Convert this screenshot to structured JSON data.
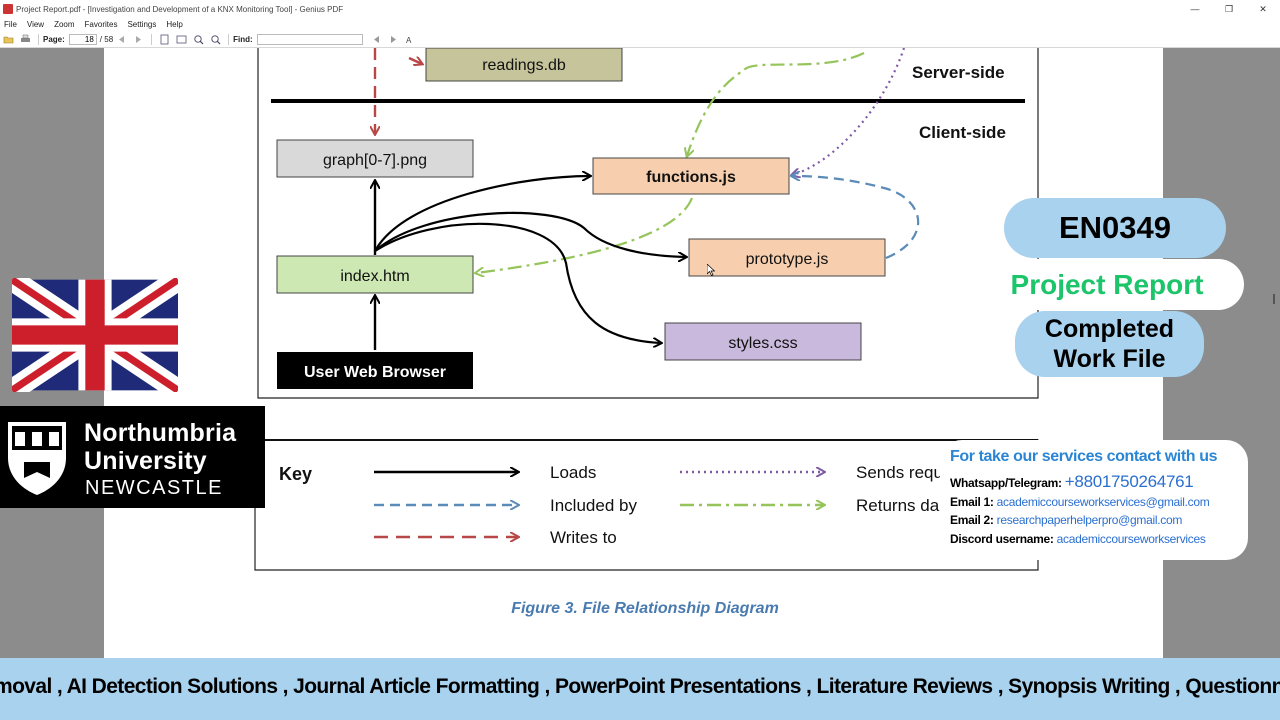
{
  "window": {
    "title": "Project Report.pdf - [Investigation and Development of a KNX Monitoring Tool] - Genius PDF",
    "controls": [
      "—",
      "❐",
      "✕"
    ]
  },
  "menu": [
    "File",
    "View",
    "Zoom",
    "Favorites",
    "Settings",
    "Help"
  ],
  "toolbar": {
    "page_label": "Page:",
    "page_current": "18",
    "page_total": "/ 58",
    "find_label": "Find:",
    "find_value": ""
  },
  "diagram": {
    "server_side": "Server-side",
    "client_side": "Client-side",
    "nodes": {
      "readings": "readings.db",
      "graph": "graph[0-7].png",
      "functions": "functions.js",
      "prototype": "prototype.js",
      "index": "index.htm",
      "styles": "styles.css",
      "browser": "User Web Browser"
    },
    "colors": {
      "loads": "#000000",
      "included_by": "#5b8bb8",
      "writes_to": "#b84848",
      "sends_request": "#7f5aa6",
      "returns_data": "#94c45a",
      "db_box": "#c5c49a",
      "png_box": "#d9d9d9",
      "js_box": "#f7cfae",
      "htm_box": "#cde8b3",
      "css_box": "#c9b9dc"
    }
  },
  "key": {
    "title": "Key",
    "loads": "Loads",
    "included_by": "Included by",
    "writes_to": "Writes to",
    "sends_request": "Sends requ",
    "returns_data": "Returns da"
  },
  "caption": "Figure 3. File Relationship Diagram",
  "overlay": {
    "university_name_1": "Northumbria",
    "university_name_2": "University",
    "university_city": "NEWCASTLE",
    "course_code": "EN0349",
    "report_title": "Project Report",
    "completed_1": "Completed",
    "completed_2": "Work File",
    "contact_heading": "For take our services contact with us",
    "whatsapp_label": "Whatsapp/Telegram:",
    "whatsapp_value": "+8801750264761",
    "email1_label": "Email 1:",
    "email1_value": "academiccourseworkservices@gmail.com",
    "email2_label": "Email 2:",
    "email2_value": "researchpaperhelperpro@gmail.com",
    "discord_label": "Discord username:",
    "discord_value": "academiccourseworkservices",
    "banner": "moval , AI Detection Solutions , Journal Article Formatting  , PowerPoint Presentations  , Literature Reviews , Synopsis Writing , Questionnaire"
  }
}
